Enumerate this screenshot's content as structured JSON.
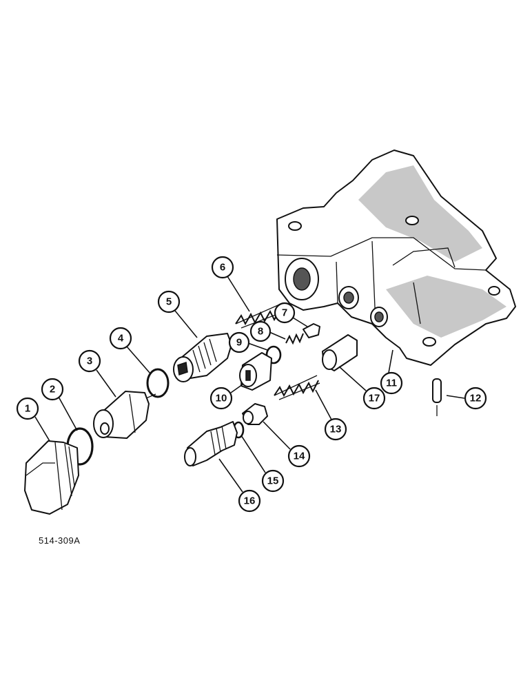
{
  "figure": {
    "reference_code": "514-309A"
  },
  "callouts": [
    {
      "label": "1"
    },
    {
      "label": "2"
    },
    {
      "label": "3"
    },
    {
      "label": "4"
    },
    {
      "label": "5"
    },
    {
      "label": "6"
    },
    {
      "label": "7"
    },
    {
      "label": "8"
    },
    {
      "label": "9"
    },
    {
      "label": "10"
    },
    {
      "label": "11"
    },
    {
      "label": "12"
    },
    {
      "label": "13"
    },
    {
      "label": "14"
    },
    {
      "label": "15"
    },
    {
      "label": "16"
    },
    {
      "label": "17"
    }
  ],
  "colors": {
    "ink": "#111111",
    "background": "#ffffff"
  }
}
